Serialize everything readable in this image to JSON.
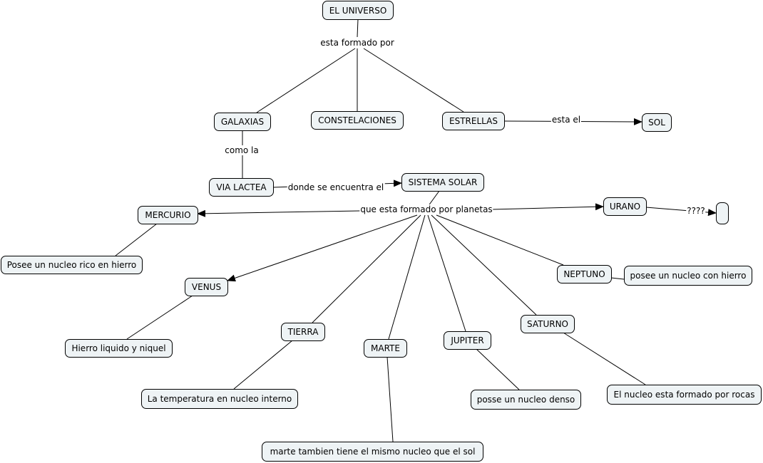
{
  "concepts": {
    "universo": "EL UNIVERSO",
    "galaxias": "GALAXIAS",
    "constelaciones": "CONSTELACIONES",
    "estrellas": "ESTRELLAS",
    "sol": "SOL",
    "via_lactea": "VIA LACTEA",
    "sistema_solar": "SISTEMA SOLAR",
    "mercurio": "MERCURIO",
    "urano": "URANO",
    "empty": "",
    "mercurio_nucleo": "Posee un nucleo rico en hierro",
    "venus": "VENUS",
    "neptuno": "NEPTUNO",
    "neptuno_nucleo": "posee un nucleo con hierro",
    "venus_nucleo": "Hierro liquido y niquel",
    "tierra": "TIERRA",
    "marte": "MARTE",
    "jupiter": "JUPITER",
    "saturno": "SATURNO",
    "tierra_nucleo": "La temperatura en nucleo interno",
    "jupiter_nucleo": "posse un nucleo denso",
    "saturno_nucleo": "El nucleo esta formado por rocas",
    "marte_nucleo": "marte tambien tiene el mismo nucleo que el sol"
  },
  "links": {
    "esta_formado_por": "esta formado por",
    "esta_el": "esta el",
    "como_la": "como la",
    "donde_se_encuentra": "donde se encuentra el",
    "formado_por_planetas": "que esta formado por planetas",
    "question": "????"
  },
  "colors": {
    "node_fill": "#eef3f5",
    "line": "#000000"
  }
}
